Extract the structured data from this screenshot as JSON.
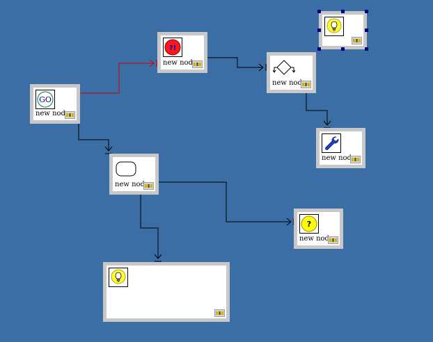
{
  "canvas": {
    "background": "#3a6ea5"
  },
  "nodes": [
    {
      "id": "go",
      "label": "new node",
      "icon": "go-icon"
    },
    {
      "id": "alert",
      "label": "new node",
      "icon": "exclamation-question-icon"
    },
    {
      "id": "decision",
      "label": "new node",
      "icon": "decision-diamond-icon"
    },
    {
      "id": "idea1",
      "label": "",
      "icon": "lightbulb-icon",
      "selected": true
    },
    {
      "id": "tool",
      "label": "new node",
      "icon": "wrench-icon"
    },
    {
      "id": "state",
      "label": "new node",
      "icon": "rounded-rect-icon"
    },
    {
      "id": "question",
      "label": "new node",
      "icon": "question-icon"
    },
    {
      "id": "idea2",
      "label": "",
      "icon": "lightbulb-icon"
    }
  ],
  "links": [
    {
      "from": "go",
      "to": "alert",
      "color": "#cc0000"
    },
    {
      "from": "alert",
      "to": "decision",
      "color": "#000000"
    },
    {
      "from": "decision",
      "to": "tool",
      "color": "#000000"
    },
    {
      "from": "go",
      "to": "state",
      "color": "#000000"
    },
    {
      "from": "state",
      "to": "question",
      "color": "#000000"
    },
    {
      "from": "state",
      "to": "idea2",
      "color": "#000000"
    }
  ]
}
